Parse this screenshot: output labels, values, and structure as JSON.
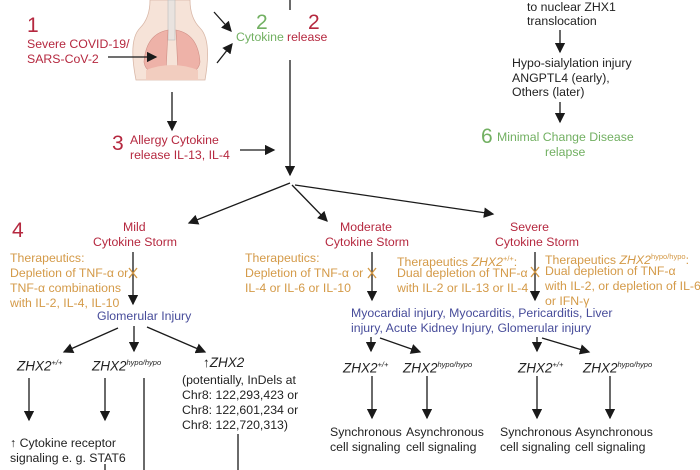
{
  "colors": {
    "red": "#b5283f",
    "green": "#72b062",
    "orange": "#d49a48",
    "blue": "#474c9a",
    "arrow": "#1a1a1a"
  },
  "top": {
    "step1_num": "1",
    "step1_line1": "Severe COVID-19/",
    "step1_line2": "SARS-CoV-2",
    "step2_num_green": "2",
    "step2_num_red": "2",
    "cytokine": "Cytokine",
    "release": "release",
    "step3_num": "3",
    "step3_line1": "Allergy Cytokine",
    "step3_line2": "release IL-13, IL-4",
    "zhx1_line1": "to nuclear ZHX1",
    "zhx1_line2": "translocation",
    "hypo_line1": "Hypo-sialylation injury",
    "hypo_line2": "ANGPTL4 (early),",
    "hypo_line3": "Others (later)",
    "step6_num": "6",
    "step6_line1": "Minimal Change Disease",
    "step6_line2": "relapse"
  },
  "mild": {
    "step_num": "4",
    "title1": "Mild",
    "title2": "Cytokine Storm",
    "therapeutics": [
      "Therapeutics:",
      "Depletion of TNF-α or",
      "TNF-α combinations",
      "with IL-2, IL-4, IL-10"
    ],
    "injury": "Glomerular Injury",
    "zhx2_wt": "ZHX2",
    "zhx2_wt_sup": "+/+",
    "zhx2_hypo": "ZHX2",
    "zhx2_hypo_sup": "hypo/hypo",
    "zhx2_up": "ZHX2",
    "indels": [
      "(potentially, InDels at",
      "Chr8: 122,293,423 or",
      "Chr8: 122,601,234 or",
      "Chr8: 122,720,313)"
    ],
    "signaling": [
      "Cytokine receptor",
      "signaling e. g. STAT6"
    ]
  },
  "moderate": {
    "title1": "Moderate",
    "title2": "Cytokine Storm",
    "therapeutics": [
      "Therapeutics:",
      "Depletion of TNF-α or",
      "IL-4 or IL-6 or IL-10"
    ],
    "therapeutics_wt_label": "Therapeutics ",
    "therapeutics_wt_gene": "ZHX2",
    "therapeutics_wt_sup": "+/+",
    "therapeutics_wt_colon": ":",
    "therapeutics_wt": [
      "Dual depletion of TNF-α",
      "with IL-2 or IL-13 or IL-4"
    ],
    "injury": [
      "Myocardial injury, Myocarditis, Pericarditis, Liver",
      "injury, Acute Kidney Injury, Glomerular injury"
    ],
    "zhx2_wt": "ZHX2",
    "zhx2_wt_sup": "+/+",
    "zhx2_hypo": "ZHX2",
    "zhx2_hypo_sup": "hypo/hypo",
    "sync": [
      "Synchronous",
      "cell signaling"
    ],
    "async": [
      "Asynchronous",
      "cell signaling"
    ]
  },
  "severe": {
    "title1": "Severe",
    "title2": "Cytokine Storm",
    "therapeutics_label": "Therapeutics ",
    "therapeutics_gene": "ZHX2",
    "therapeutics_sup": "hypo/hypo",
    "therapeutics_colon": ":",
    "therapeutics": [
      "Dual depletion of TNF-α",
      "with IL-2, or depletion of IL-6",
      "or IFN-γ"
    ],
    "zhx2_wt": "ZHX2",
    "zhx2_wt_sup": "+/+",
    "zhx2_hypo": "ZHX2",
    "zhx2_hypo_sup": "hypo/hypo",
    "sync": [
      "Synchronous",
      "cell signaling"
    ],
    "async": [
      "Asynchronous",
      "cell signaling"
    ]
  }
}
